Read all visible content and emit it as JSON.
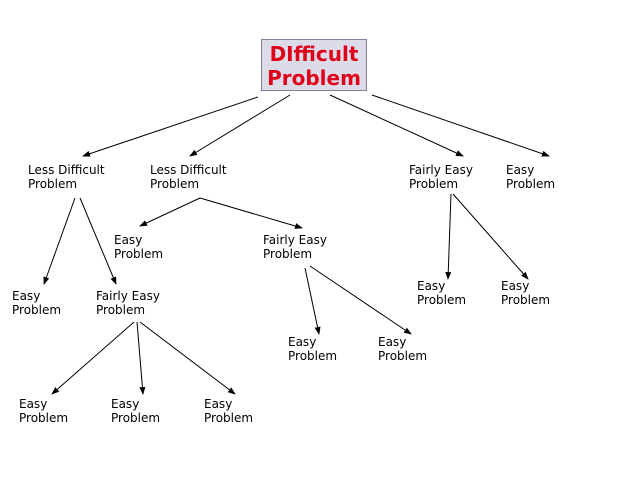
{
  "root": {
    "line1": "DIfficult",
    "line2": "Problem",
    "color": "#e0001a"
  },
  "nodes": {
    "ld1": {
      "line1": "Less Difficult",
      "line2": "Problem"
    },
    "ld2": {
      "line1": "Less Difficult",
      "line2": "Problem"
    },
    "fe_top": {
      "line1": "Fairly Easy",
      "line2": "Problem"
    },
    "e_top": {
      "line1": "Easy",
      "line2": "Problem"
    },
    "e_ld2": {
      "line1": "Easy",
      "line2": "Problem"
    },
    "fe_ld2": {
      "line1": "Fairly Easy",
      "line2": "Problem"
    },
    "e_l3a": {
      "line1": "Easy",
      "line2": "Problem"
    },
    "fe_l3": {
      "line1": "Fairly Easy",
      "line2": "Problem"
    },
    "e_fr1": {
      "line1": "Easy",
      "line2": "Problem"
    },
    "e_fr2": {
      "line1": "Easy",
      "line2": "Problem"
    },
    "e_fm1": {
      "line1": "Easy",
      "line2": "Problem"
    },
    "e_fm2": {
      "line1": "Easy",
      "line2": "Problem"
    },
    "e_b1": {
      "line1": "Easy",
      "line2": "Problem"
    },
    "e_b2": {
      "line1": "Easy",
      "line2": "Problem"
    },
    "e_b3": {
      "line1": "Easy",
      "line2": "Problem"
    }
  }
}
